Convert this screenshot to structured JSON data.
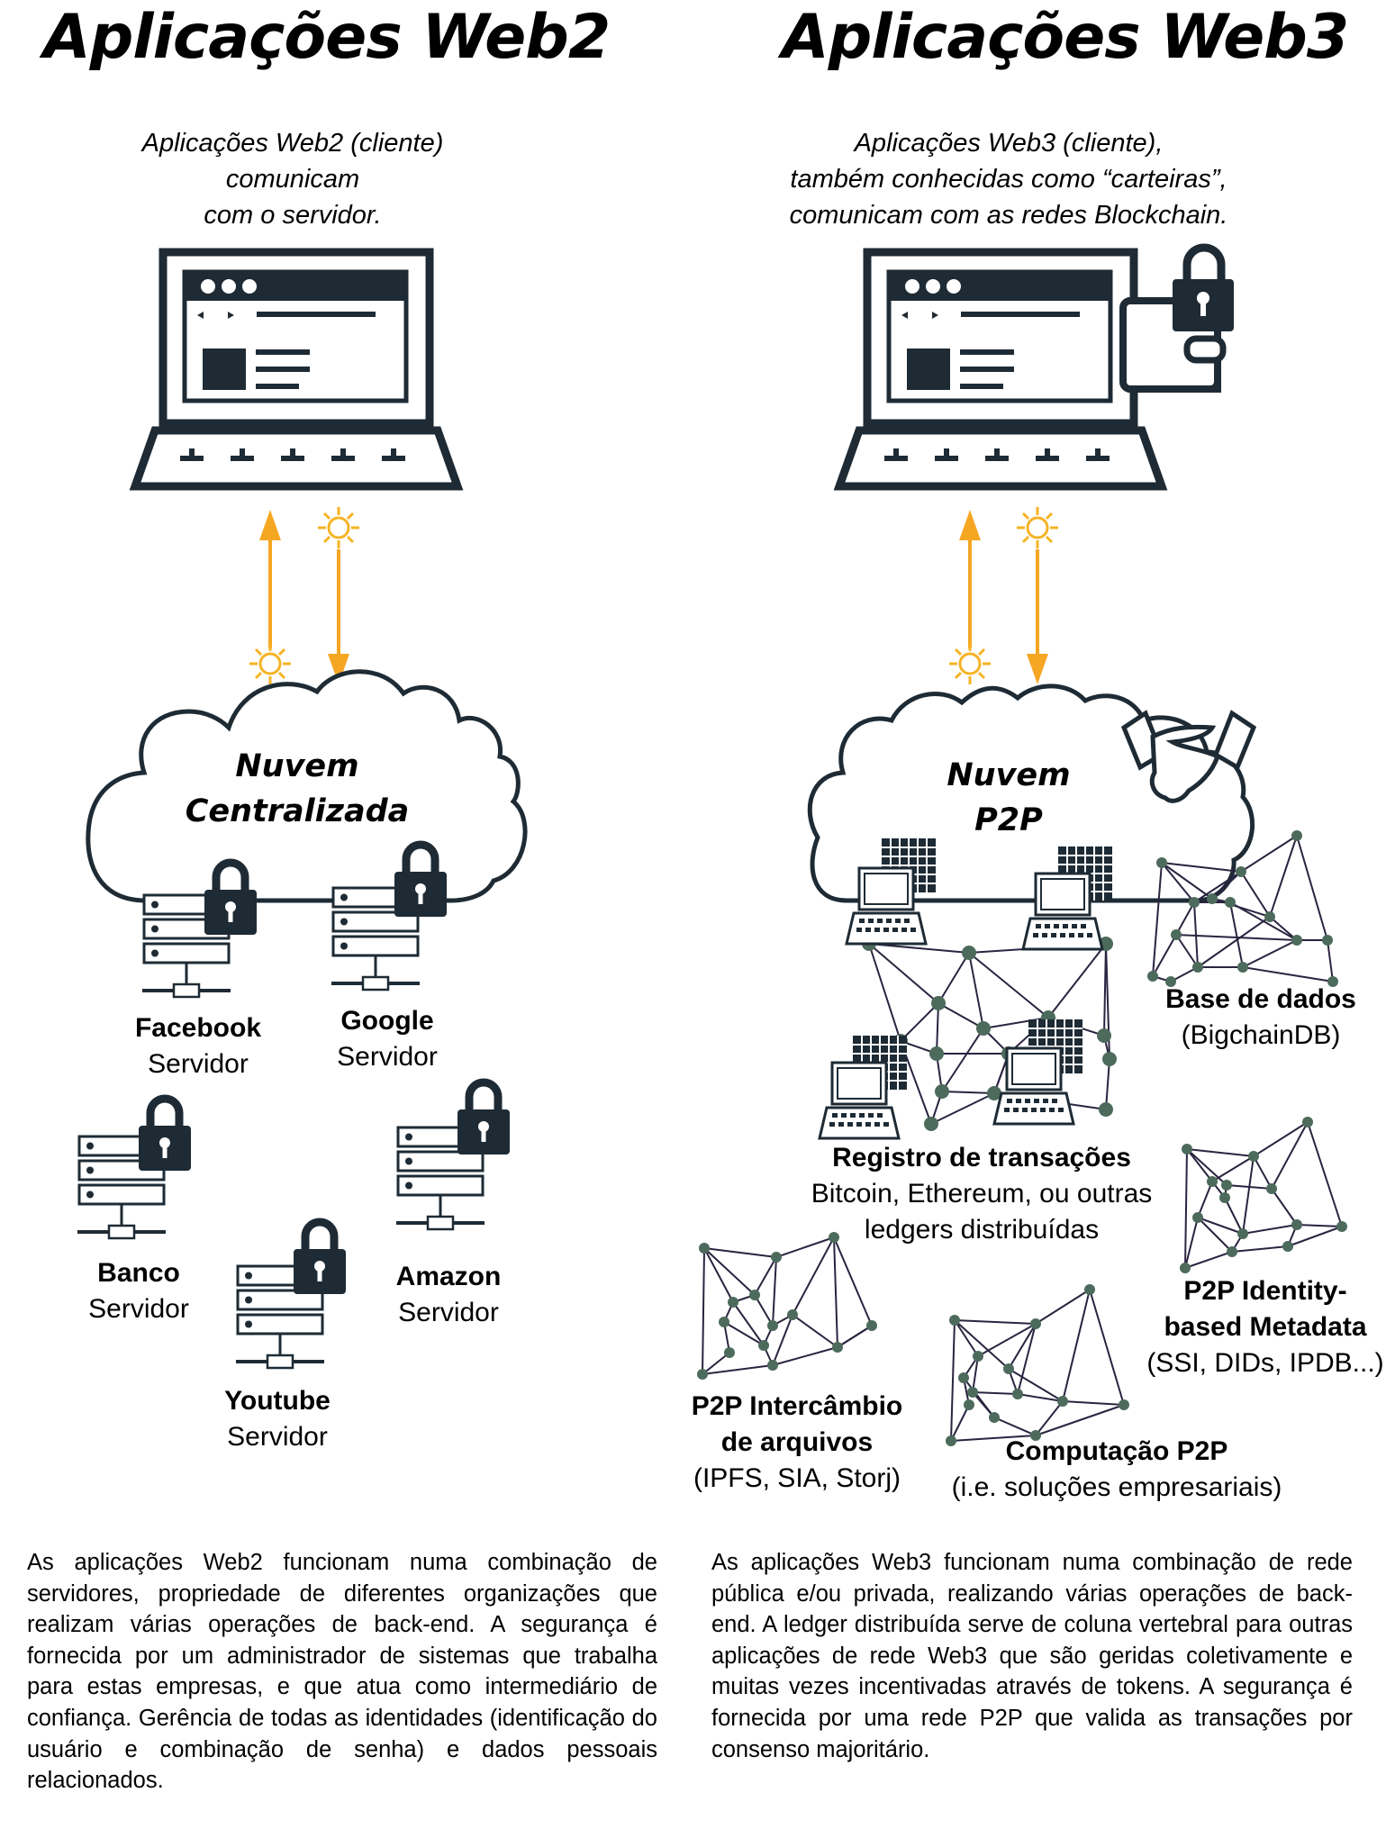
{
  "web2": {
    "title": "Aplicações Web2",
    "caption": [
      "Aplicações Web2  (cliente)",
      "comunicam",
      "com o servidor."
    ],
    "cloud_label": [
      "Nuvem",
      "Centralizada"
    ],
    "servers": [
      {
        "name": "Facebook",
        "sub": "Servidor"
      },
      {
        "name": "Google",
        "sub": "Servidor"
      },
      {
        "name": "Banco",
        "sub": "Servidor"
      },
      {
        "name": "Amazon",
        "sub": "Servidor"
      },
      {
        "name": "Youtube",
        "sub": "Servidor"
      }
    ],
    "description": "As aplicações Web2 funcionam numa combinação de servidores, propriedade de diferentes organizações que realizam várias operações de back-end. A segurança é fornecida por um administrador de sistemas que trabalha para estas empresas, e que atua como intermediário de confiança. Gerência de todas as identidades (identificação do usuário e combinação de senha) e dados pessoais relacionados."
  },
  "web3": {
    "title": "Aplicações Web3",
    "caption": [
      "Aplicações Web3 (cliente),",
      "também conhecidas como “carteiras”,",
      "comunicam com as redes Blockchain."
    ],
    "cloud_label": [
      "Nuvem",
      "P2P"
    ],
    "networks": {
      "database": {
        "name": "Base de dados",
        "sub": "(BigchainDB)"
      },
      "ledger": {
        "name": "Registro de transações",
        "sub": [
          "Bitcoin, Ethereum, ou outras",
          "ledgers distribuídas"
        ]
      },
      "identity": {
        "name": [
          "P2P Identity-",
          "based Metadata"
        ],
        "sub": "(SSI, DIDs, IPDB...)"
      },
      "files": {
        "name": [
          "P2P Intercâmbio",
          "de arquivos"
        ],
        "sub": "(IPFS, SIA, Storj)"
      },
      "compute": {
        "name": "Computação P2P",
        "sub": "(i.e. soluções empresariais)"
      }
    },
    "description": "As aplicações Web3 funcionam numa combinação de rede pública e/ou privada, realizando várias operações de back-end.  A ledger distribuída serve de coluna vertebral para outras aplicações de rede Web3 que são geridas coletivamente e muitas vezes incentivadas através de tokens. A segurança é fornecida por uma rede P2P que valida as transações por consenso majoritário."
  },
  "colors": {
    "dark": "#1e2b35",
    "arrow": "#f5a623",
    "sun": "#f5b325",
    "node": "#4d6b5c",
    "edge": "#2a2440"
  },
  "icons": [
    "laptop-icon",
    "padlock-icon",
    "server-icon",
    "handshake-icon",
    "sun-icon",
    "arrow-icon",
    "network-graph-icon"
  ]
}
